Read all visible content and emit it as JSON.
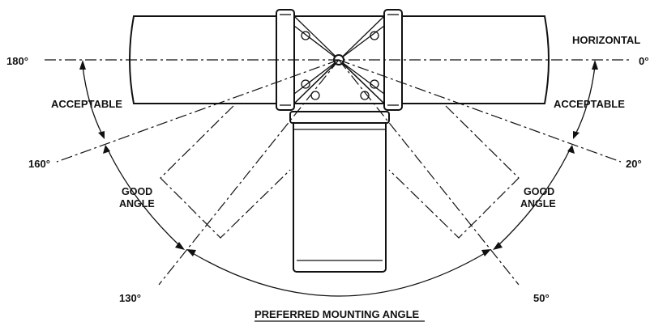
{
  "angles": {
    "a180": "180°",
    "a0": "0°",
    "a160": "160°",
    "a20": "20°",
    "a130": "130°",
    "a50": "50°"
  },
  "labels": {
    "horizontal": "HORIZONTAL",
    "acceptable_left": "ACCEPTABLE",
    "acceptable_right": "ACCEPTABLE",
    "good_left_1": "GOOD",
    "good_left_2": "ANGLE",
    "good_right_1": "GOOD",
    "good_right_2": "ANGLE",
    "preferred": "PREFERRED MOUNTING ANGLE"
  }
}
